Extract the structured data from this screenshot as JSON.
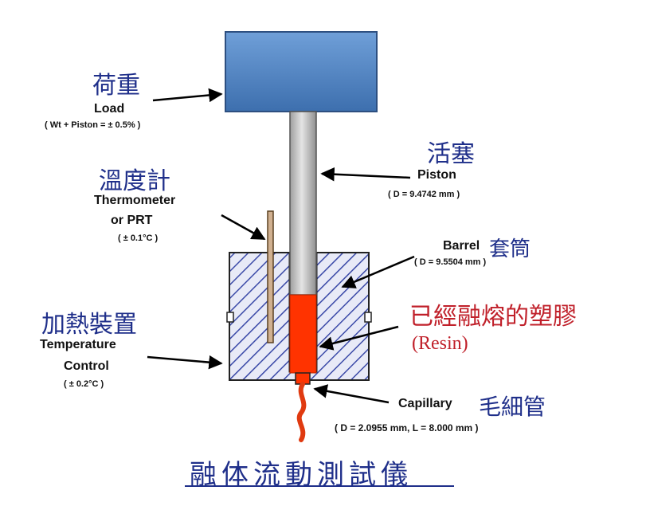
{
  "labels": {
    "load_cn": "荷重",
    "load_en": "Load",
    "load_spec": "( Wt + Piston = ± 0.5% )",
    "piston_cn": "活塞",
    "piston_en": "Piston",
    "piston_spec": "( D = 9.4742 mm )",
    "thermo_cn": "溫度計",
    "thermo_en1": "Thermometer",
    "thermo_en2": "or PRT",
    "thermo_spec": "( ± 0.1°C )",
    "barrel_en": "Barrel",
    "barrel_cn": "套筒",
    "barrel_spec": "( D = 9.5504 mm )",
    "resin_cn": "已經融熔的塑膠",
    "resin_en": "(Resin)",
    "heater_cn": "加熱裝置",
    "heater_en1": "Temperature",
    "heater_en2": "Control",
    "heater_spec": "( ± 0.2°C )",
    "capillary_en": "Capillary",
    "capillary_cn": "毛細管",
    "capillary_spec": "( D = 2.0955 mm, L = 8.000 mm )",
    "title": "融体流動測試儀"
  },
  "colors": {
    "weight": "#4f81bd",
    "piston": "#c8c8c8",
    "hatch": "#3b4aa8",
    "resin": "#ff3300",
    "label_cn": "#1f2f8a",
    "resin_label": "#c0202a"
  }
}
